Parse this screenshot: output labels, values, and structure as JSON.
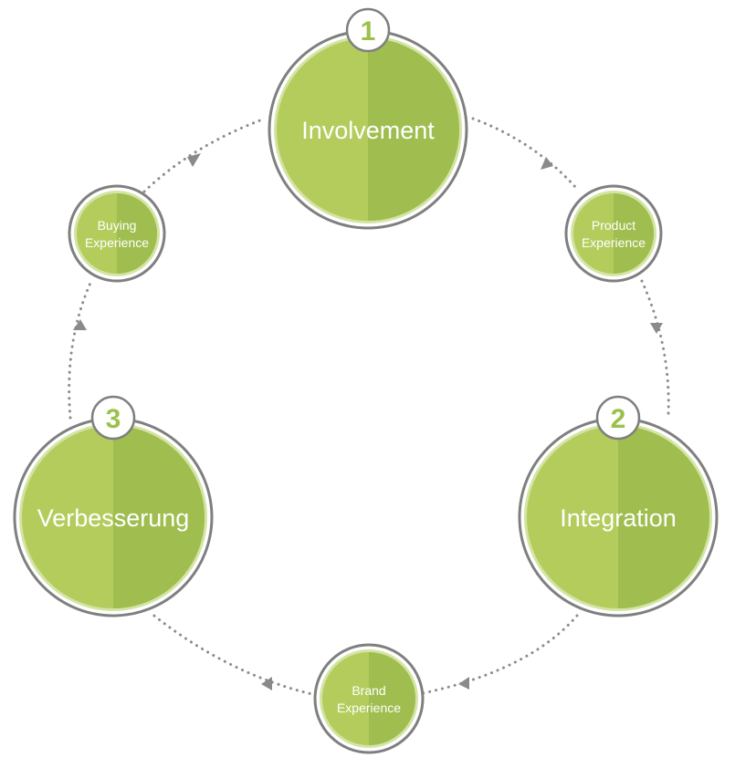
{
  "colors": {
    "green_light": "#b3cc5c",
    "green_dark": "#9fbe4f",
    "ring_light": "#d3e4a5",
    "outline": "#7f7f7f",
    "connector": "#8c8c8c",
    "arrow": "#8a8a8a",
    "number": "#9cc14a"
  },
  "main_stages": [
    {
      "id": "involvement",
      "number": "1",
      "label": "Involvement"
    },
    {
      "id": "integration",
      "number": "2",
      "label": "Integration"
    },
    {
      "id": "verbesserung",
      "number": "3",
      "label": "Verbesserung"
    }
  ],
  "experiences": [
    {
      "id": "product",
      "line1": "Product",
      "line2": "Experience"
    },
    {
      "id": "brand",
      "line1": "Brand",
      "line2": "Experience"
    },
    {
      "id": "buying",
      "line1": "Buying",
      "line2": "Experience"
    }
  ]
}
